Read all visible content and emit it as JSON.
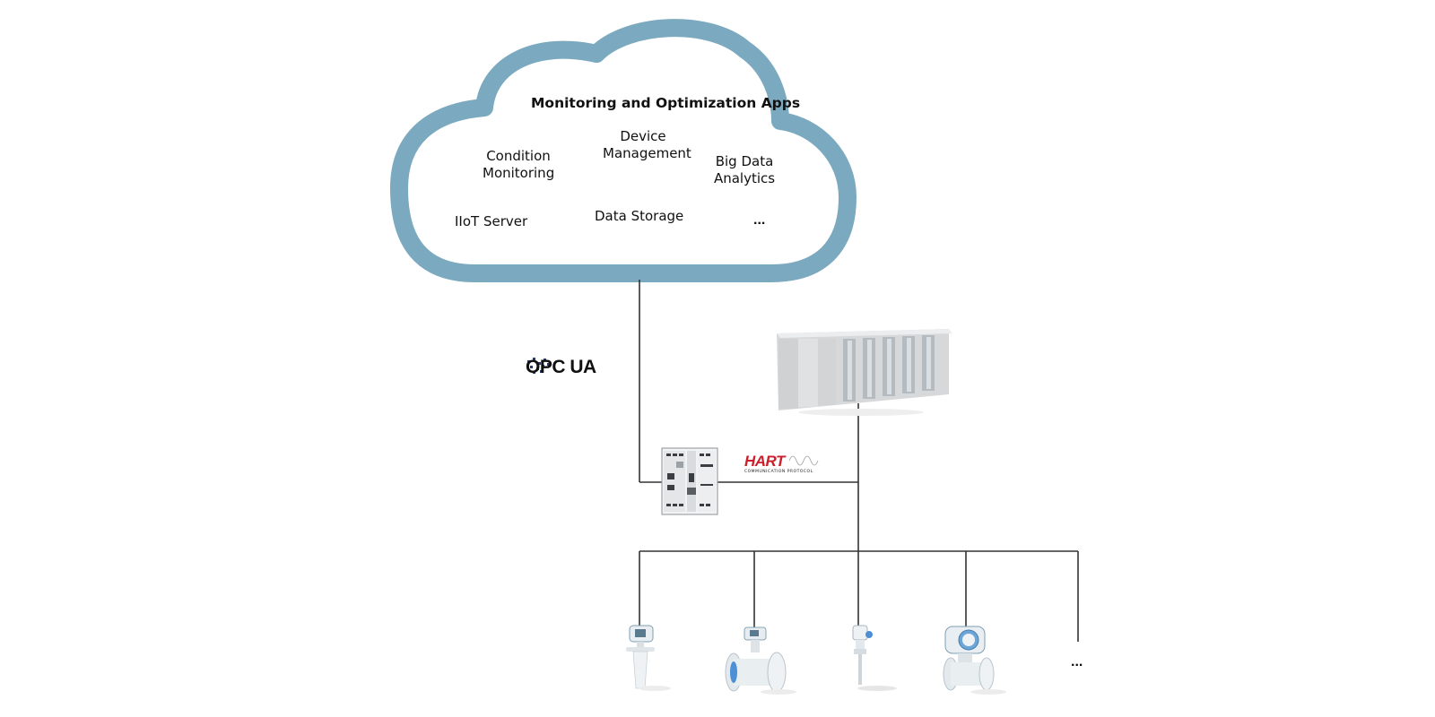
{
  "cloud": {
    "title": "Monitoring and Optimization Apps",
    "apps": {
      "condition_monitoring": "Condition\nMonitoring",
      "device_management": "Device\nManagement",
      "big_data": "Big Data\nAnalytics",
      "iiot_server": "IIoT Server",
      "data_storage": "Data Storage",
      "more": "..."
    }
  },
  "protocols": {
    "opc": "OPC UA",
    "hart": "HART",
    "hart_sub": "COMMUNICATION PROTOCOL"
  },
  "field": {
    "more": "..."
  },
  "colors": {
    "cloud_border": "#7ba9bf",
    "line": "#333333",
    "hart_red": "#cc1e2b",
    "device_body": "#e8eef2"
  },
  "icons": [
    "cloud-icon",
    "opc-ua-logo-icon",
    "hart-logo-icon",
    "gateway-device-icon",
    "control-cabinet-icon",
    "radar-level-transmitter-icon",
    "flowmeter-icon",
    "temperature-sensor-icon",
    "coriolis-flowmeter-icon"
  ]
}
